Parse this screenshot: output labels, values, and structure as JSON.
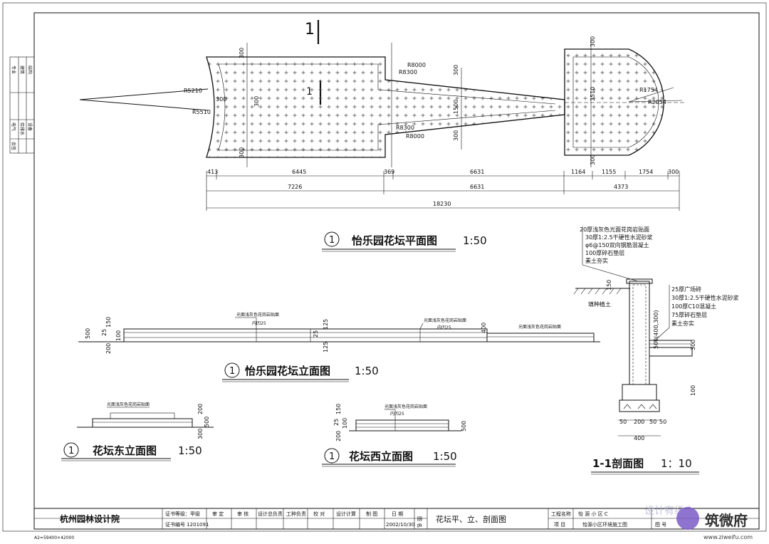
{
  "plan": {
    "section_mark": "1",
    "radii": [
      "R5210",
      "R5510",
      "R8000",
      "R8300",
      "R8300",
      "R8000",
      "R1754",
      "R2054"
    ],
    "inner_dims": [
      "300",
      "300",
      "300",
      "300",
      "300",
      "300",
      "300",
      "1500",
      "3510",
      "300",
      "300"
    ],
    "dims_row1": [
      "413",
      "6445",
      "369",
      "6631",
      "1164",
      "1155",
      "1754",
      "300"
    ],
    "dims_row2": [
      "7226",
      "6631",
      "4373"
    ],
    "dims_total": "18230"
  },
  "titles": {
    "plan": {
      "num": "1",
      "text": "怡乐园花坛平面图",
      "scale": "1:50"
    },
    "front": {
      "num": "1",
      "text": "怡乐园花坛立面图",
      "scale": "1:50"
    },
    "east": {
      "num": "1",
      "text": "花坛东立面图",
      "scale": "1:50"
    },
    "west": {
      "num": "1",
      "text": "花坛西立面图",
      "scale": "1:50"
    },
    "section": {
      "text": "1-1剖面图",
      "scale": "1：10"
    }
  },
  "front_elevation": {
    "notes": [
      "光面浅灰色花岗岩贴面",
      "内凹25",
      "光面浅灰色花岗岩贴面",
      "内凹25",
      "光面浅灰色花岗岩贴面"
    ],
    "dims": [
      "500",
      "150",
      "25",
      "100",
      "200",
      "25",
      "125",
      "125",
      "400"
    ]
  },
  "east_elevation": {
    "note": "光面浅灰色花岗岩贴面",
    "dims": [
      "200",
      "500",
      "300"
    ]
  },
  "west_elevation": {
    "note": "光面浅灰色花岗岩贴面",
    "note2": "内凹25",
    "dims": [
      "150",
      "25",
      "100",
      "200",
      "500"
    ]
  },
  "section": {
    "layers_top": [
      "20厚浅灰色光面花岗岩贴面",
      "30厚1:2.5干硬性水泥砂浆",
      "φ6@150双向钢筋混凝土",
      "100厚碎石垫层",
      "素土夯实"
    ],
    "layers_right": [
      "25厚广场砖",
      "30厚1:2.5干硬性水泥砂浆",
      "100厚C10混凝土",
      "75厚碎石垫层",
      "素土夯实"
    ],
    "fill_label": "填种植土",
    "dims": [
      "150",
      "500(400,300)",
      "300",
      "100",
      "50",
      "200",
      "50",
      "400",
      "50"
    ]
  },
  "title_block": {
    "firm": "杭州园林设计院",
    "cert_level": "证书等级：甲级",
    "cert_no": "证书编号 1201091",
    "cols": [
      "审 定",
      "审 核",
      "设计总负责",
      "工种负责",
      "校 对",
      "设计计算",
      "制 图"
    ],
    "date_label": "日 期",
    "date": "2002/10/30",
    "fig_label": "图 名",
    "drawing_name": "花坛平、立、剖面图",
    "project_label": "工程名称",
    "project": "怡 源 小 区 C",
    "item_label": "项 目",
    "item": "怡源小区环境施工图",
    "sheet_label": "图 号"
  },
  "sheet_size": "A2=59400×42000",
  "side_block": [
    "专业",
    "建筑",
    "结构",
    "电气",
    "给排水",
    "设备",
    "会签"
  ],
  "watermark": {
    "text1": "设计有缘人",
    "brand": "筑微府",
    "url": "www.ziweifu.com"
  }
}
